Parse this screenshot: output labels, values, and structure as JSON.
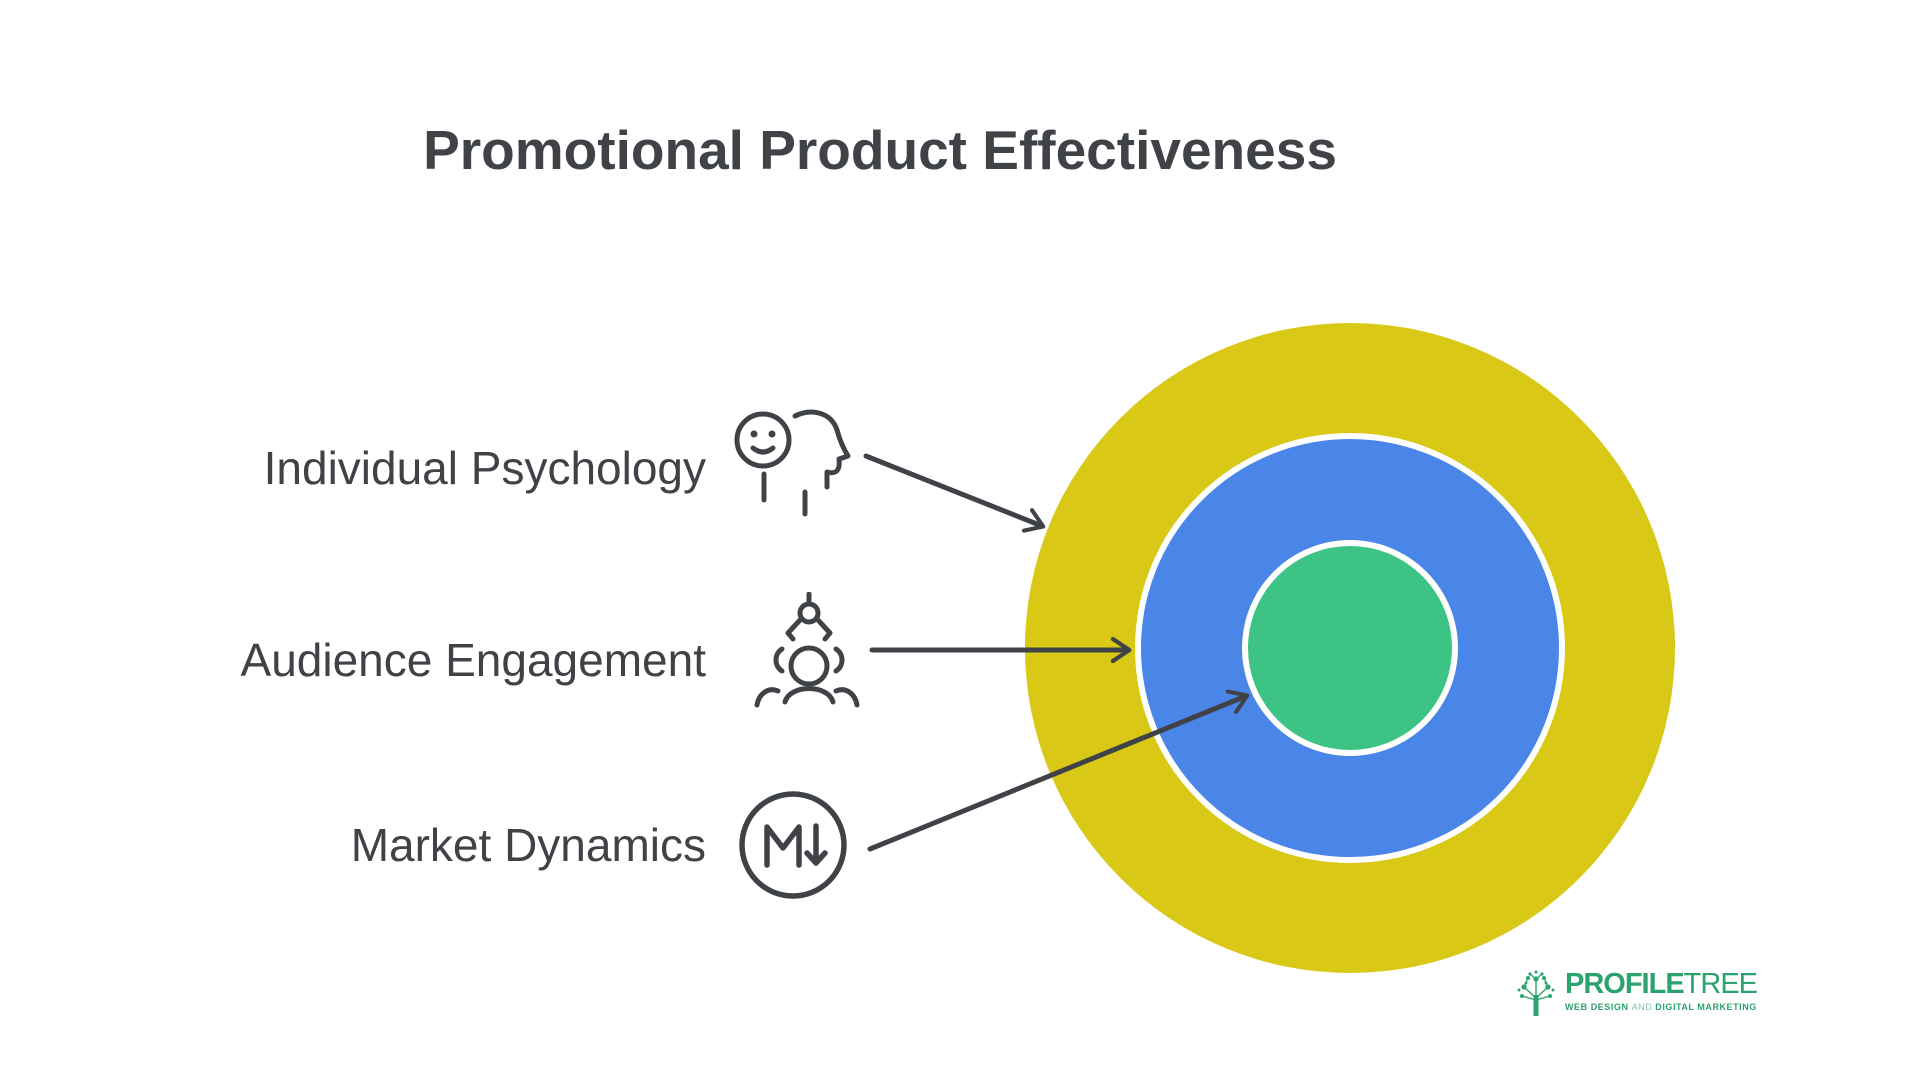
{
  "page": {
    "background": "#ffffff",
    "ink_color": "#3f4347",
    "title": "Promotional Product Effectiveness"
  },
  "items": [
    {
      "label": "Individual Psychology",
      "icon": "psychology-head-icon",
      "target_ring": "outer"
    },
    {
      "label": "Audience Engagement",
      "icon": "audience-icon",
      "target_ring": "middle"
    },
    {
      "label": "Market Dynamics",
      "icon": "market-trend-icon",
      "target_ring": "inner"
    }
  ],
  "rings": [
    {
      "position": "outer",
      "color": "#d9c815"
    },
    {
      "position": "middle",
      "color": "#4a86e8"
    },
    {
      "position": "inner",
      "color": "#3dc383"
    }
  ],
  "logo": {
    "brand_bold": "PROFILE",
    "brand_light": "TREE",
    "tagline_left": "WEB DESIGN",
    "tagline_and": "AND",
    "tagline_right": "DIGITAL MARKETING",
    "color": "#2ba36e"
  }
}
